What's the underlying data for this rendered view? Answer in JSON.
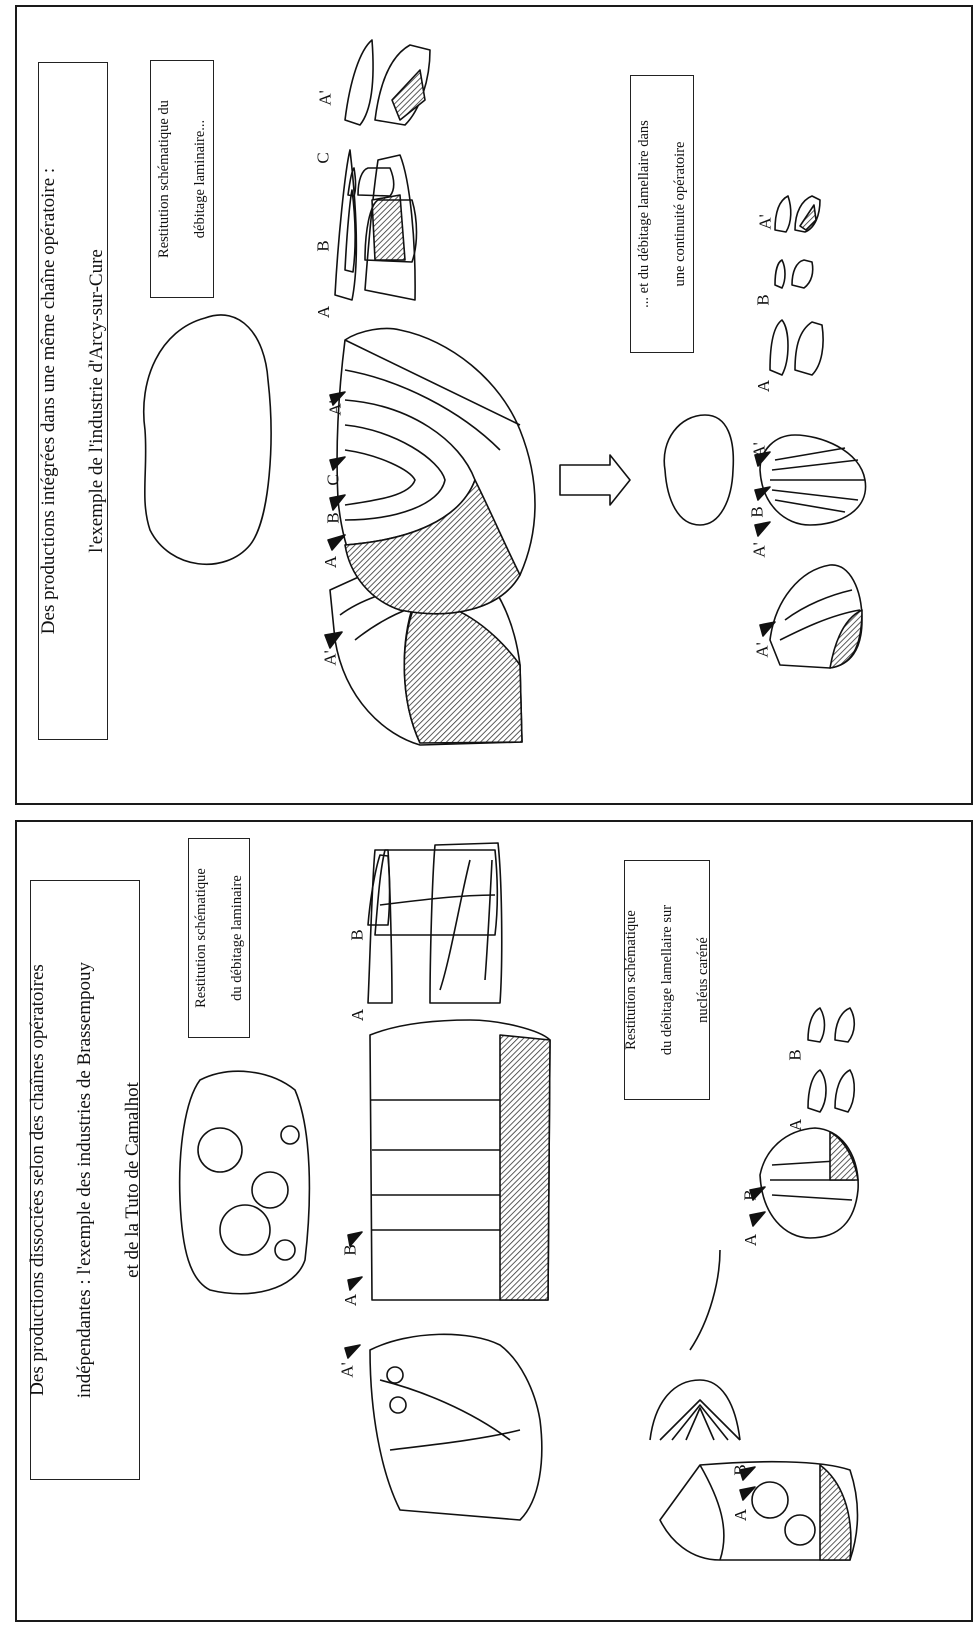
{
  "top_panel": {
    "title_line1": "Des productions intégrées dans une même chaîne opératoire :",
    "title_line2": "l'exemple de l'industrie d'Arcy-sur-Cure",
    "caption_laminaire_line1": "Restitution schématique du",
    "caption_laminaire_line2": "débitage laminaire...",
    "caption_lamellaire_line1": "... et du débitage lamellaire dans",
    "caption_lamellaire_line2": "une continuité opératoire",
    "letters": {
      "A": "A",
      "Ap": "A'",
      "B": "B",
      "C": "C"
    }
  },
  "bottom_panel": {
    "title_line1": "Des productions dissociées selon des chaînes opératoires",
    "title_line2": "indépendantes : l'exemple des industries de Brassempouy",
    "title_line3": "et de la Tuto de Camalhot",
    "caption_laminaire_line1": "Restitution schématique",
    "caption_laminaire_line2": "du débitage laminaire",
    "caption_lamellaire_line1": "Restitution schématique",
    "caption_lamellaire_line2": "du débitage lamellaire sur",
    "caption_lamellaire_line3": "nucléus caréné",
    "letters": {
      "A": "A",
      "Ap": "A'",
      "B": "B"
    }
  },
  "colors": {
    "ink": "#111111",
    "hatch": "#333333",
    "paper": "#ffffff"
  }
}
